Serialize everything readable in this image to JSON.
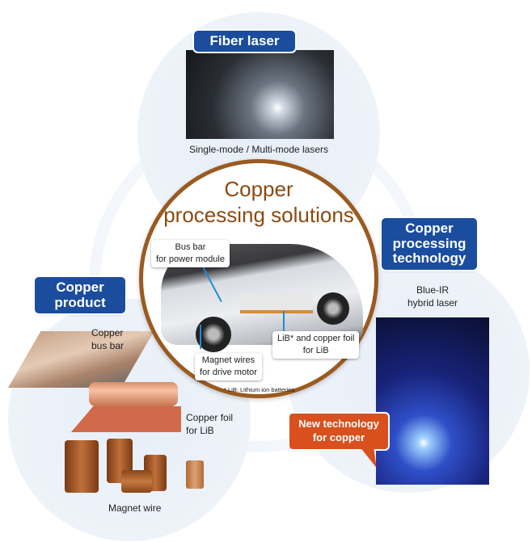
{
  "center": {
    "title_line1": "Copper",
    "title_line2": "processing solutions",
    "tags": {
      "bus_bar": [
        "Bus bar",
        "for power module"
      ],
      "magnet": [
        "Magnet wires",
        "for drive motor"
      ],
      "lib": [
        "LiB* and copper foil",
        "for LiB"
      ]
    },
    "footnote": "* LiB: Lithium ion batteries"
  },
  "fiber": {
    "label": "Fiber laser",
    "caption": "Single-mode / Multi-mode lasers"
  },
  "technology": {
    "label": [
      "Copper",
      "processing",
      "technology"
    ],
    "caption": [
      "Blue-IR",
      "hybrid laser"
    ],
    "callout": [
      "New technology",
      "for copper"
    ]
  },
  "product": {
    "label": [
      "Copper",
      "product"
    ],
    "items": {
      "bus_bar": [
        "Copper",
        "bus bar"
      ],
      "foil": [
        "Copper foil",
        "for LiB"
      ],
      "wire": "Magnet wire"
    }
  },
  "colors": {
    "label_blue": "#1b4d9e",
    "title_brown": "#8b4a12",
    "callout_orange": "#d9501e"
  }
}
